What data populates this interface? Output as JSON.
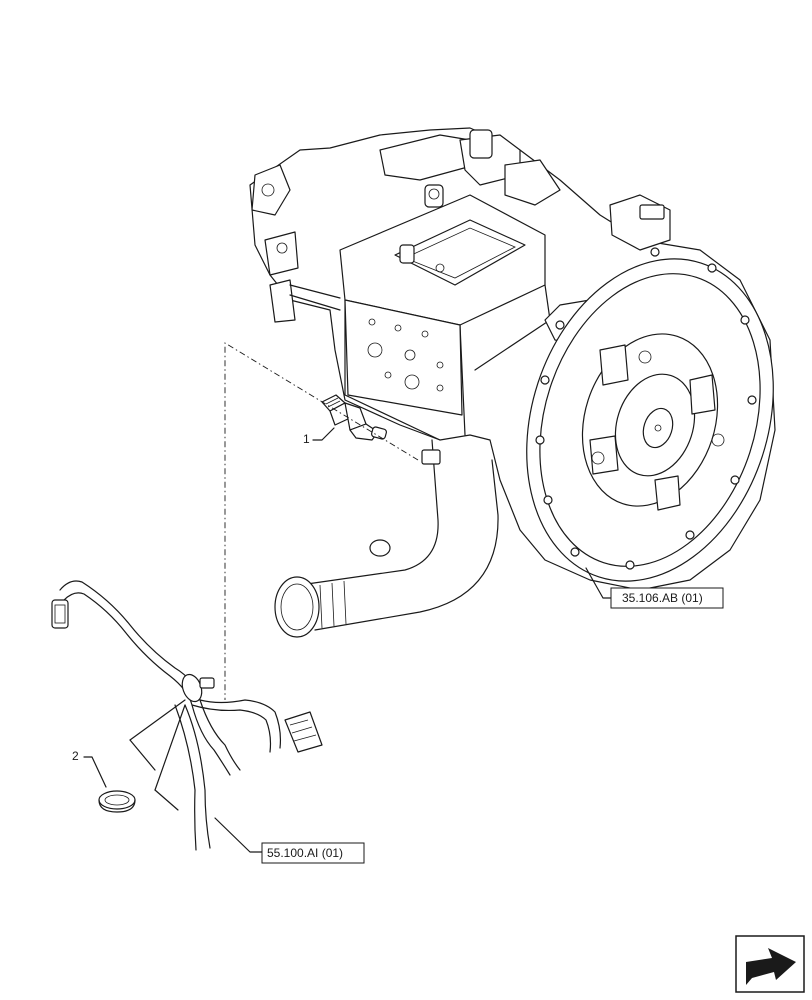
{
  "diagram": {
    "callouts": [
      {
        "number": "1"
      },
      {
        "number": "2"
      }
    ],
    "references": [
      {
        "text": "35.106.AB (01)"
      },
      {
        "text": "55.100.AI (01)"
      }
    ],
    "navigation_icon": "next-page-arrow-icon"
  }
}
